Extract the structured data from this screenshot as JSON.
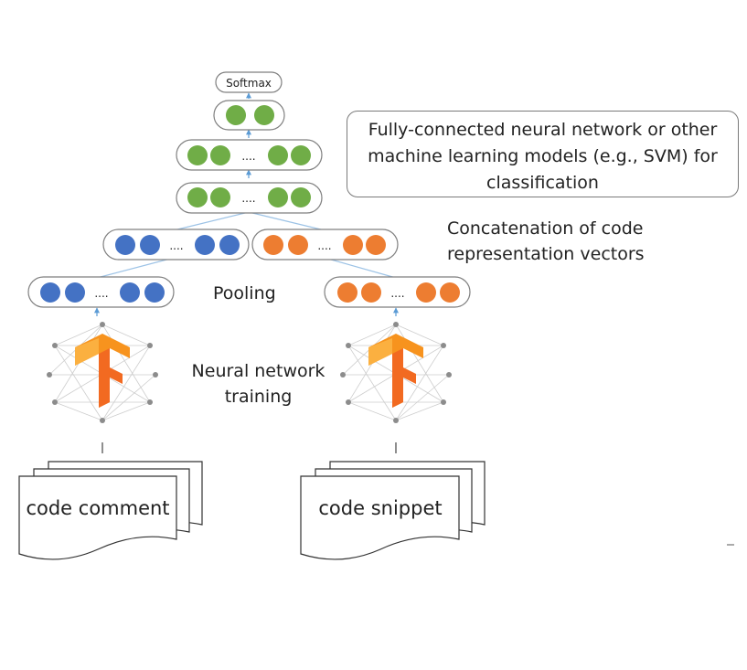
{
  "softmax_label": "Softmax",
  "ellipsis": "....",
  "colors": {
    "green": "#70ad47",
    "blue": "#4472c4",
    "orange": "#ed7d31",
    "node_border": "#7f7f7f",
    "edge": "#9dc3e6",
    "tf_orange": "#f7931e"
  },
  "callout_lines": [
    "Fully-connected neural network or other",
    "machine learning models (e.g., SVM) for",
    "classification"
  ],
  "concat_lines": [
    "Concatenation of code",
    "representation vectors"
  ],
  "pooling_label": "Pooling",
  "training_lines": [
    "Neural network",
    "training"
  ],
  "inputs": [
    {
      "label": "code comment",
      "icon": "tensorflow-icon"
    },
    {
      "label": "code snippet",
      "icon": "tensorflow-icon"
    }
  ]
}
